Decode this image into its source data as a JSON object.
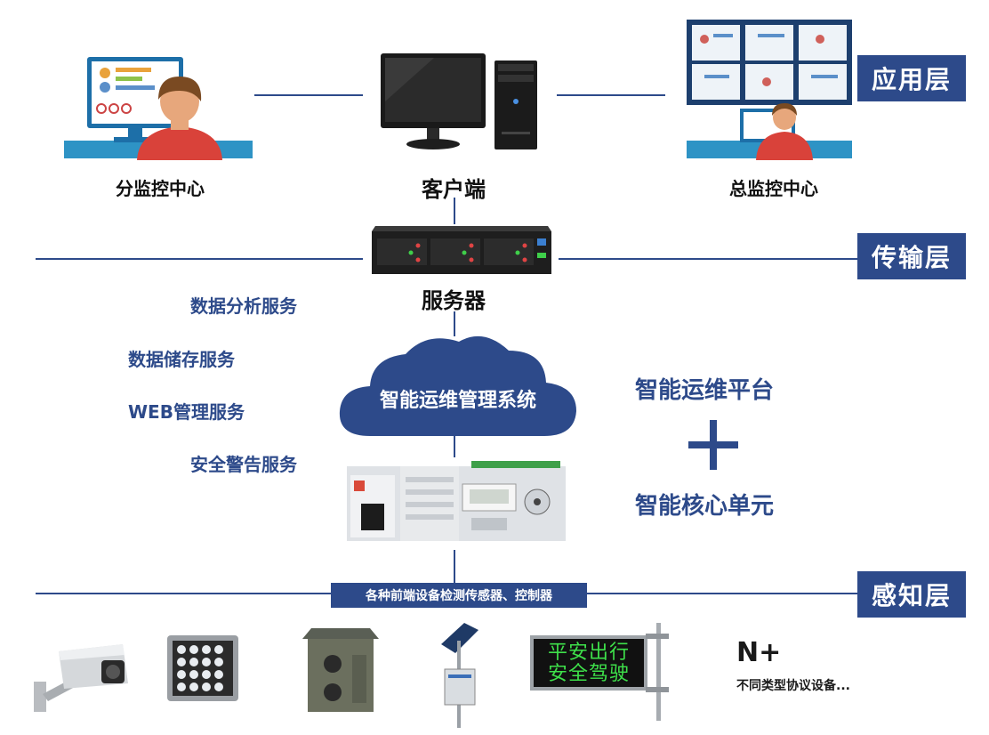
{
  "layers": {
    "application": "应用层",
    "transport": "传输层",
    "perception": "感知层"
  },
  "nodes": {
    "branch_center": "分监控中心",
    "client": "客户端",
    "main_center": "总监控中心",
    "server": "服务器"
  },
  "cloud": {
    "label": "智能运维管理系统"
  },
  "services": [
    "数据分析服务",
    "数据储存服务",
    "WEB管理服务",
    "安全警告服务"
  ],
  "right": {
    "platform": "智能运维平台",
    "plus": "+",
    "core_unit": "智能核心单元"
  },
  "sensors": {
    "banner": "各种前端设备检测传感器、控制器",
    "led_sign_line1": "平安出行",
    "led_sign_line2": "安全驾驶",
    "n_plus": "N+",
    "other_devices": "不同类型协议设备..."
  },
  "colors": {
    "primary": "#2d4a8a",
    "led_text": "#3ee04a"
  }
}
